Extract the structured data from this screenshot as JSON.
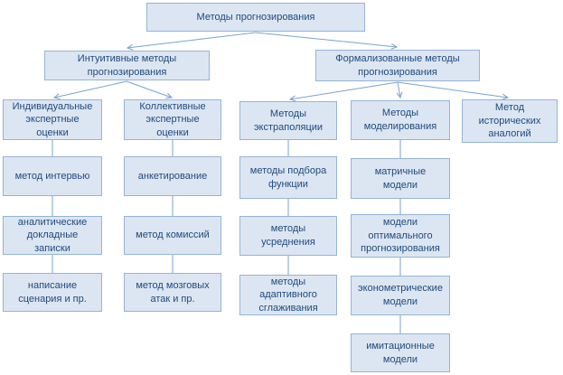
{
  "diagram": {
    "title": "Методы прогнозирования",
    "type": "hierarchy-flowchart",
    "colors": {
      "box_fill": "#dce6f2",
      "box_border": "#95b3d7",
      "text": "#1f497d",
      "connector": "#7ba2cc",
      "background": "#ffffff"
    },
    "nodes": {
      "root": {
        "label": "Методы прогнозирования"
      },
      "intuitive": {
        "label": "Интуитивные методы\nпрогнозирования"
      },
      "formalized": {
        "label": "Формализованные методы\nпрогнозирования"
      },
      "individual": {
        "label": "Индивидуальные\nэкспертные\nоценки"
      },
      "collective": {
        "label": "Коллективные\nэкспертные\nоценки"
      },
      "extrapolation": {
        "label": "Методы\nэкстраполяции"
      },
      "modeling": {
        "label": "Методы\nмоделирования"
      },
      "historical": {
        "label": "Метод\nисторических\nаналогий"
      },
      "interview": {
        "label": "метод интервью"
      },
      "analytical": {
        "label": "аналитические\nдокладные\nзаписки"
      },
      "scenario": {
        "label": "написание\nсценария и пр."
      },
      "questionnaire": {
        "label": "анкетирование"
      },
      "commission": {
        "label": "метод комиссий"
      },
      "brainstorm": {
        "label": "метод мозговых\nатак и пр."
      },
      "function": {
        "label": "методы подбора\nфункции"
      },
      "averaging": {
        "label": "методы\nусреднения"
      },
      "adaptive": {
        "label": "методы\nадаптивного\nсглаживания"
      },
      "matrix": {
        "label": "матричные\nмодели"
      },
      "optimal": {
        "label": "модели\nоптимального\nпрогнозирования"
      },
      "econometric": {
        "label": "эконометрические\nмодели"
      },
      "imitation": {
        "label": "имитационные\nмодели"
      }
    },
    "edges_arrow": [
      [
        "root",
        "intuitive"
      ],
      [
        "root",
        "formalized"
      ],
      [
        "intuitive",
        "individual"
      ],
      [
        "intuitive",
        "collective"
      ],
      [
        "formalized",
        "extrapolation"
      ],
      [
        "formalized",
        "modeling"
      ],
      [
        "formalized",
        "historical"
      ]
    ],
    "edges_line": [
      [
        "individual",
        "interview"
      ],
      [
        "interview",
        "analytical"
      ],
      [
        "analytical",
        "scenario"
      ],
      [
        "collective",
        "questionnaire"
      ],
      [
        "questionnaire",
        "commission"
      ],
      [
        "commission",
        "brainstorm"
      ],
      [
        "extrapolation",
        "function"
      ],
      [
        "function",
        "averaging"
      ],
      [
        "averaging",
        "adaptive"
      ],
      [
        "modeling",
        "matrix"
      ],
      [
        "matrix",
        "optimal"
      ],
      [
        "optimal",
        "econometric"
      ],
      [
        "econometric",
        "imitation"
      ]
    ]
  }
}
